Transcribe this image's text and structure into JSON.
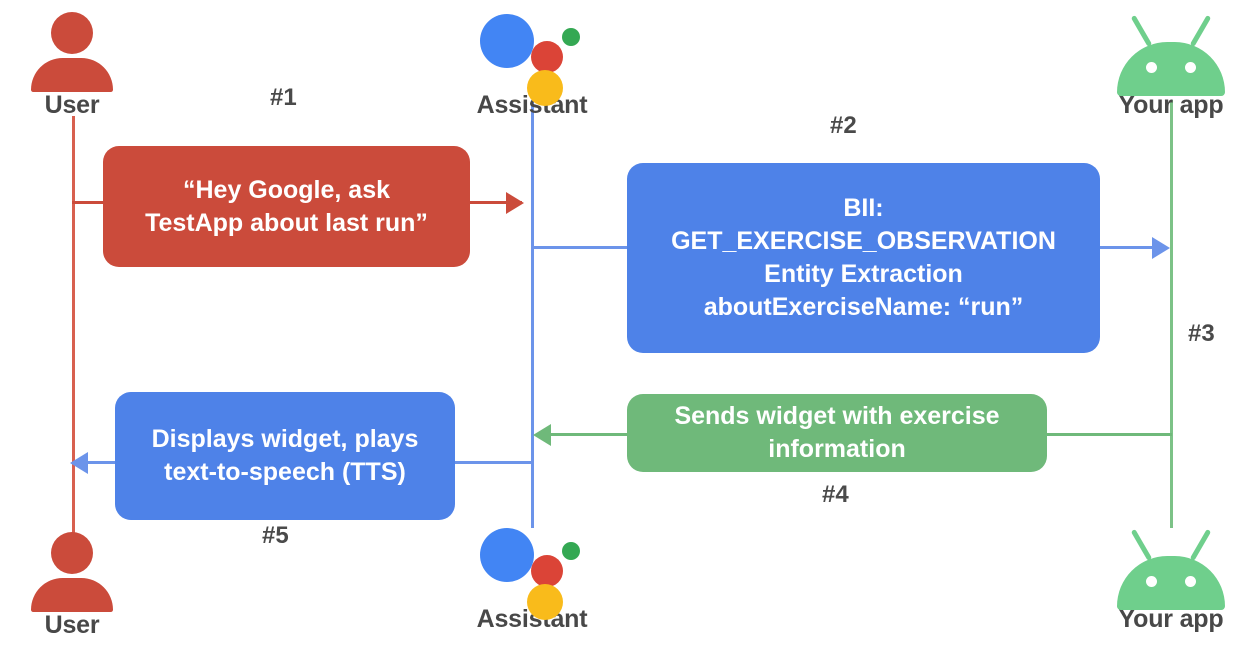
{
  "diagram": {
    "type": "sequence-diagram",
    "background": "#ffffff",
    "colors": {
      "user": "#cb4b3b",
      "assistant": "#4e82e8",
      "app": "#6fb97a",
      "assistant_blue_dot": "#4285f4",
      "assistant_red_dot": "#db4437",
      "assistant_green_dot": "#34a853",
      "assistant_yellow_dot": "#f9bb1b",
      "android_green": "#6fcf8c",
      "label_text": "#4a4a4a"
    },
    "actors": [
      {
        "id": "user",
        "label": "User",
        "icon": "person-icon"
      },
      {
        "id": "assistant",
        "label": "Assistant",
        "icon": "google-assistant-icon"
      },
      {
        "id": "app",
        "label": "Your app",
        "icon": "android-robot-icon"
      }
    ],
    "actors_bottom": [
      {
        "id": "user",
        "label": "User",
        "icon": "person-icon"
      },
      {
        "id": "assistant",
        "label": "Assistant",
        "icon": "google-assistant-icon"
      },
      {
        "id": "app",
        "label": "Your app",
        "icon": "android-robot-icon"
      }
    ],
    "steps": [
      {
        "number": "#1",
        "color": "red",
        "from": "user",
        "to": "assistant",
        "lines": [
          "“Hey Google, ask",
          "TestApp about last run”"
        ]
      },
      {
        "number": "#2",
        "color": "blue",
        "from": "assistant",
        "to": "app",
        "lines": [
          "BII:",
          "GET_EXERCISE_OBSERVATION",
          "Entity Extraction",
          "aboutExerciseName: “run”"
        ]
      },
      {
        "number": "#3",
        "color": "green",
        "from": "assistant",
        "to": "app",
        "lines": []
      },
      {
        "number": "#4",
        "color": "green",
        "from": "app",
        "to": "assistant",
        "lines": [
          "Sends widget with exercise",
          "information"
        ]
      },
      {
        "number": "#5",
        "color": "blue",
        "from": "assistant",
        "to": "user",
        "lines": [
          "Displays widget, plays",
          "text-to-speech (TTS)"
        ]
      }
    ]
  }
}
